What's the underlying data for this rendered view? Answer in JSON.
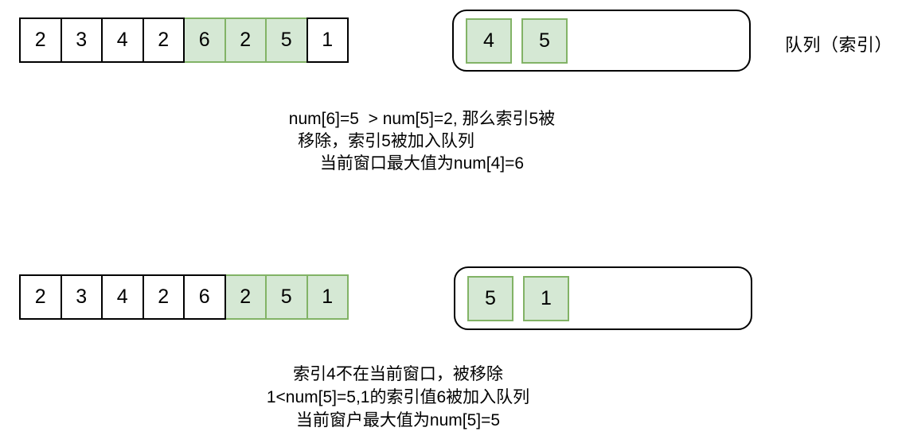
{
  "colors": {
    "highlight_fill": "#d5e8d4",
    "highlight_border": "#82b366",
    "cell_fill": "#ffffff",
    "cell_border": "#000000",
    "text": "#000000"
  },
  "queue_label": "队列（索引）",
  "step1": {
    "array_values": [
      "2",
      "3",
      "4",
      "2",
      "6",
      "2",
      "5",
      "1"
    ],
    "highlighted_indices": [
      4,
      5,
      6
    ],
    "queue_values": [
      "4",
      "5"
    ],
    "caption": [
      "num[6]=5  > num[5]=2, 那么索引5被",
      "移除，索引5被加入队列",
      "当前窗口最大值为num[4]=6"
    ]
  },
  "step2": {
    "array_values": [
      "2",
      "3",
      "4",
      "2",
      "6",
      "2",
      "5",
      "1"
    ],
    "highlighted_indices": [
      5,
      6,
      7
    ],
    "queue_values": [
      "5",
      "1"
    ],
    "caption": [
      "索引4不在当前窗口，被移除",
      "1<num[5]=5,1的索引值6被加入队列",
      "当前窗户最大值为num[5]=5"
    ]
  }
}
